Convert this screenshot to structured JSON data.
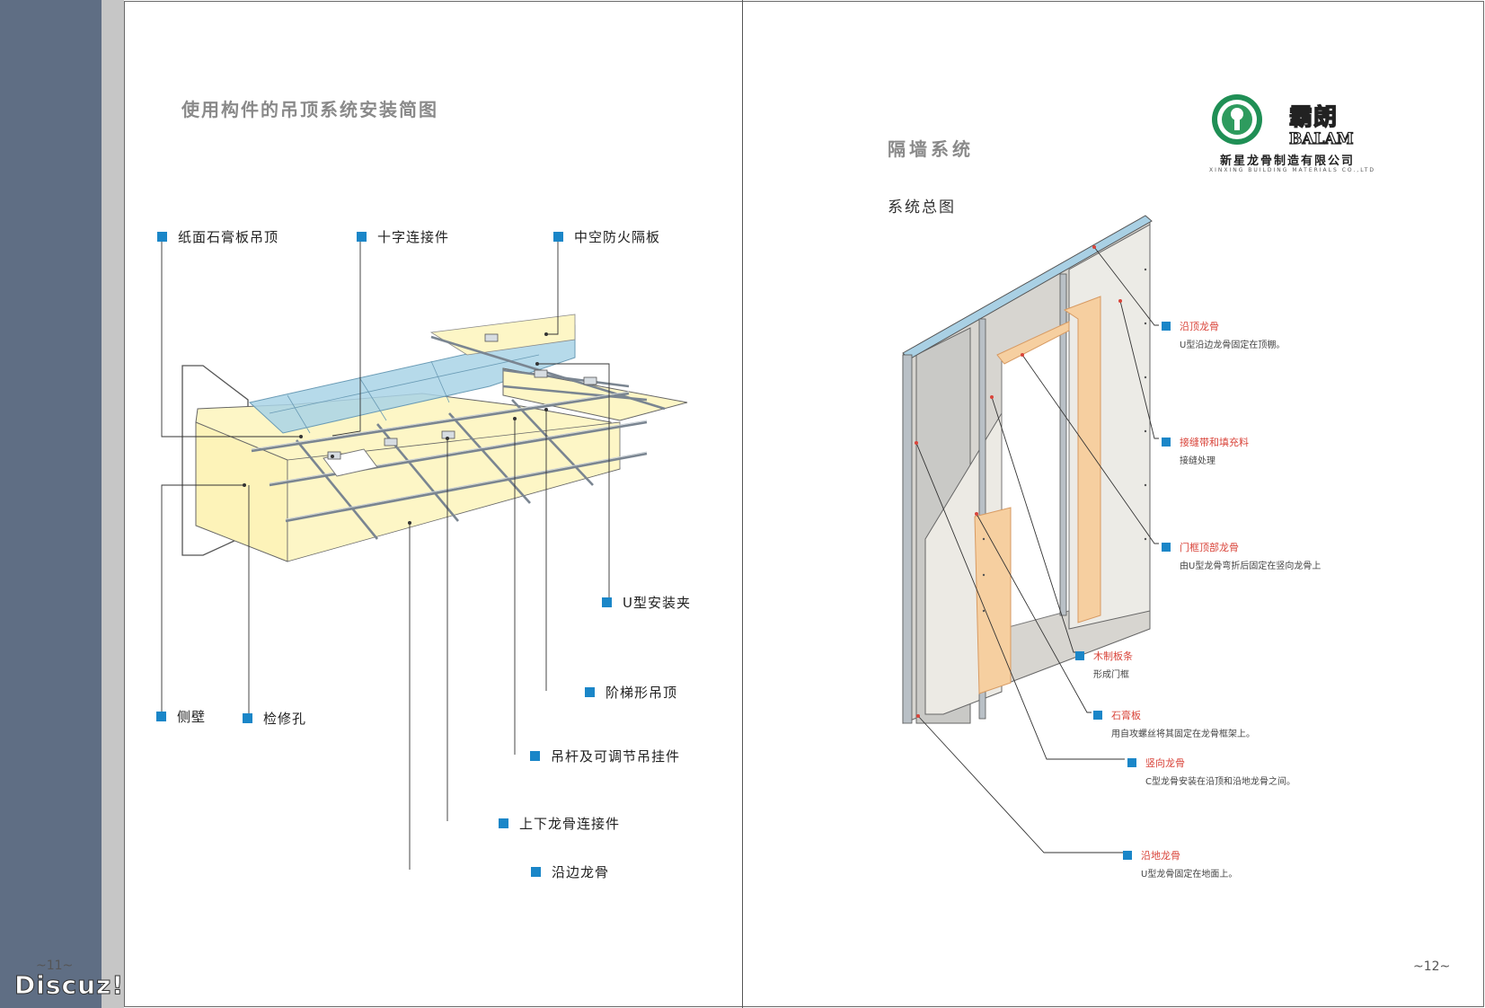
{
  "left_page": {
    "title": "使用构件的吊顶系统安装简图",
    "callouts": [
      "纸面石膏板吊顶",
      "十字连接件",
      "中空防火隔板",
      "U型安装夹",
      "侧壁",
      "检修孔",
      "阶梯形吊顶",
      "吊杆及可调节吊挂件",
      "上下龙骨连接件",
      "沿边龙骨"
    ],
    "page_number": "~11~"
  },
  "right_page": {
    "title": "隔墙系统",
    "subtitle": "系统总图",
    "logo": {
      "brand_cn": "霸朗",
      "brand_en": "BALAM",
      "company_cn": "新星龙骨制造有限公司",
      "company_en": "XINXING BUILDING MATERIALS CO.,LTD"
    },
    "callouts": [
      {
        "name": "沿顶龙骨",
        "desc": "U型沿边龙骨固定在顶棚。"
      },
      {
        "name": "接缝带和填充料",
        "desc": "接缝处理"
      },
      {
        "name": "门框顶部龙骨",
        "desc": "由U型龙骨弯折后固定在竖向龙骨上"
      },
      {
        "name": "木制板条",
        "desc": "形成门框"
      },
      {
        "name": "石膏板",
        "desc": "用自攻螺丝将其固定在龙骨框架上。"
      },
      {
        "name": "竖向龙骨",
        "desc": "C型龙骨安装在沿顶和沿地龙骨之间。"
      },
      {
        "name": "沿地龙骨",
        "desc": "U型龙骨固定在地面上。"
      }
    ],
    "page_number": "~12~"
  },
  "watermark": "Discuz!",
  "colors": {
    "spine": "#5f6e84",
    "bullet": "#1a86c8",
    "accent_red": "#d9443a",
    "panel_yellow": "#fdf6c6",
    "panel_blue": "#a9d3e6",
    "frame_grey": "#b9c0c6"
  }
}
